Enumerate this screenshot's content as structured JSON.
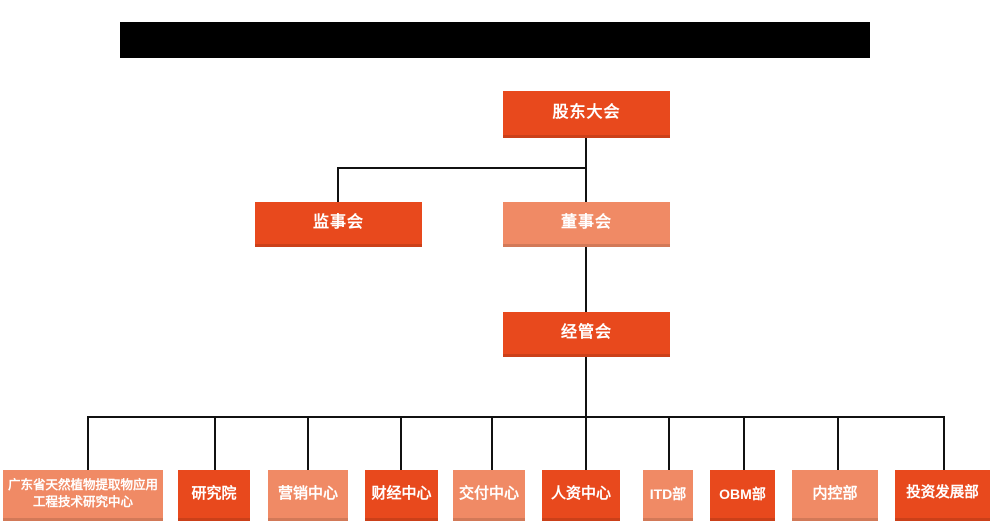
{
  "colors": {
    "box-dark": "#e8491d",
    "box-light": "#f08a65",
    "line": "#111111",
    "text": "#ffffff",
    "redacted": "#000000"
  },
  "org": {
    "levels": {
      "shareholders": {
        "label": "股东大会",
        "variant": "dark"
      },
      "supervisors": {
        "label": "监事会",
        "variant": "dark"
      },
      "directors": {
        "label": "董事会",
        "variant": "light"
      },
      "management": {
        "label": "经管会",
        "variant": "dark"
      }
    },
    "departments": [
      {
        "label": "广东省天然植物提取物应用工程技术研究中心",
        "variant": "light"
      },
      {
        "label": "研究院",
        "variant": "dark"
      },
      {
        "label": "营销中心",
        "variant": "light"
      },
      {
        "label": "财经中心",
        "variant": "dark"
      },
      {
        "label": "交付中心",
        "variant": "light"
      },
      {
        "label": "人资中心",
        "variant": "dark"
      },
      {
        "label": "ITD部",
        "variant": "light"
      },
      {
        "label": "OBM部",
        "variant": "dark"
      },
      {
        "label": "内控部",
        "variant": "light"
      },
      {
        "label": "投资发展部",
        "variant": "dark"
      }
    ]
  }
}
